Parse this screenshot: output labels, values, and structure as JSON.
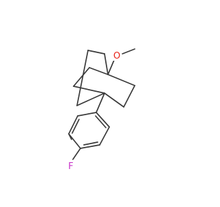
{
  "molecule": {
    "atoms": [
      {
        "id": "oxygen",
        "symbol": "O",
        "color": "#e8231a"
      },
      {
        "id": "fluorine",
        "symbol": "F",
        "color": "#c832c8"
      }
    ],
    "bond_color": "#3a3a3a",
    "background": "#ffffff"
  }
}
